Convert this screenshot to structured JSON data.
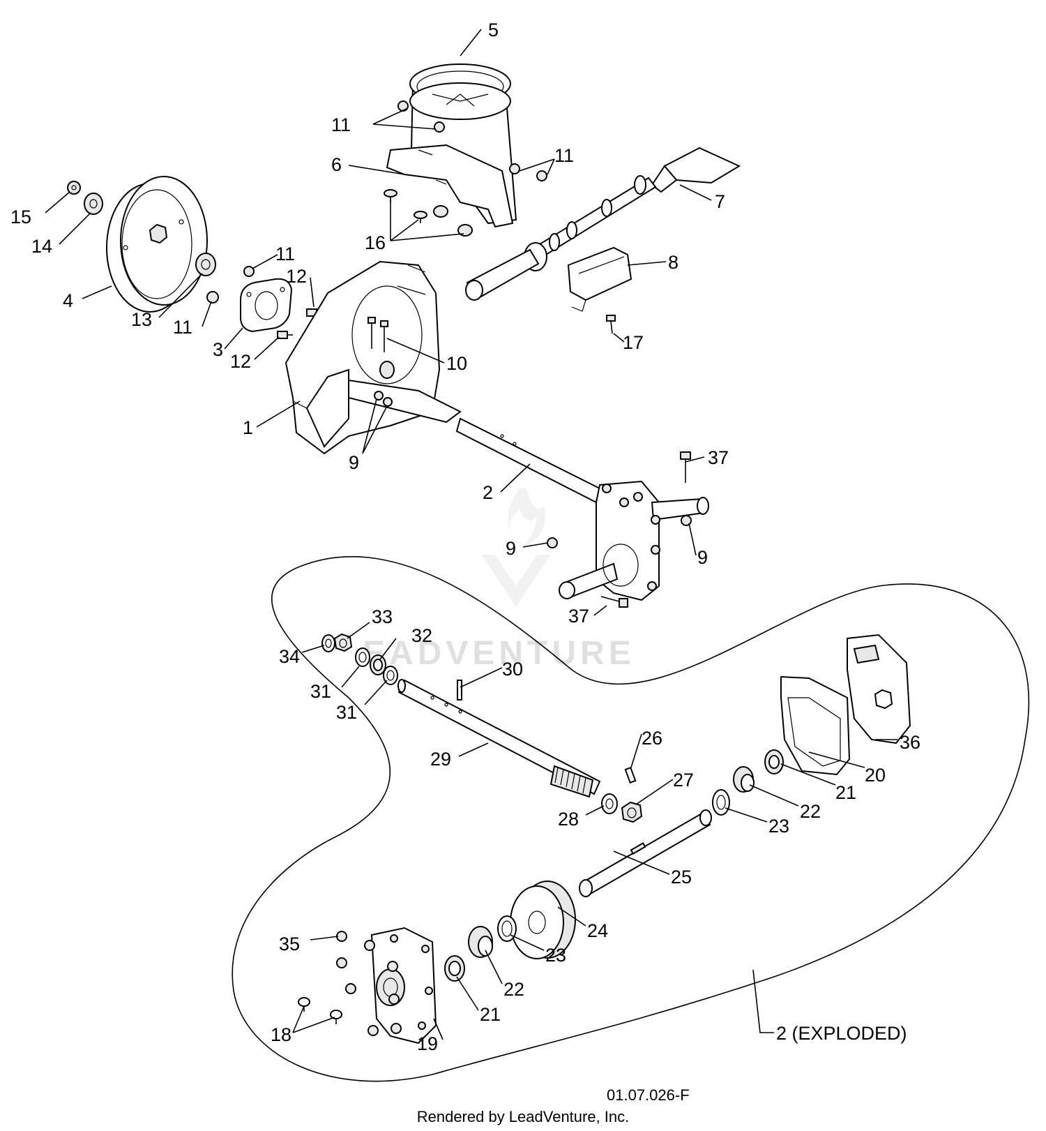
{
  "labels": {
    "l1": "1",
    "l2": "2",
    "l3": "3",
    "l4": "4",
    "l5": "5",
    "l6": "6",
    "l7": "7",
    "l8": "8",
    "l9": "9",
    "l10": "10",
    "l11": "11",
    "l12": "12",
    "l13": "13",
    "l14": "14",
    "l15": "15",
    "l16": "16",
    "l17": "17",
    "l18": "18",
    "l19": "19",
    "l20": "20",
    "l21": "21",
    "l22": "22",
    "l23": "23",
    "l24": "24",
    "l25": "25",
    "l26": "26",
    "l27": "27",
    "l28": "28",
    "l29": "29",
    "l30": "30",
    "l31": "31",
    "l32": "32",
    "l33": "33",
    "l34": "34",
    "l35": "35",
    "l36": "36",
    "l37": "37",
    "exploded": "2 (EXPLODED)"
  },
  "watermark": "EADVENTURE",
  "drawing_code": "01.07.026-F",
  "rendered_by": "Rendered by LeadVenture, Inc."
}
